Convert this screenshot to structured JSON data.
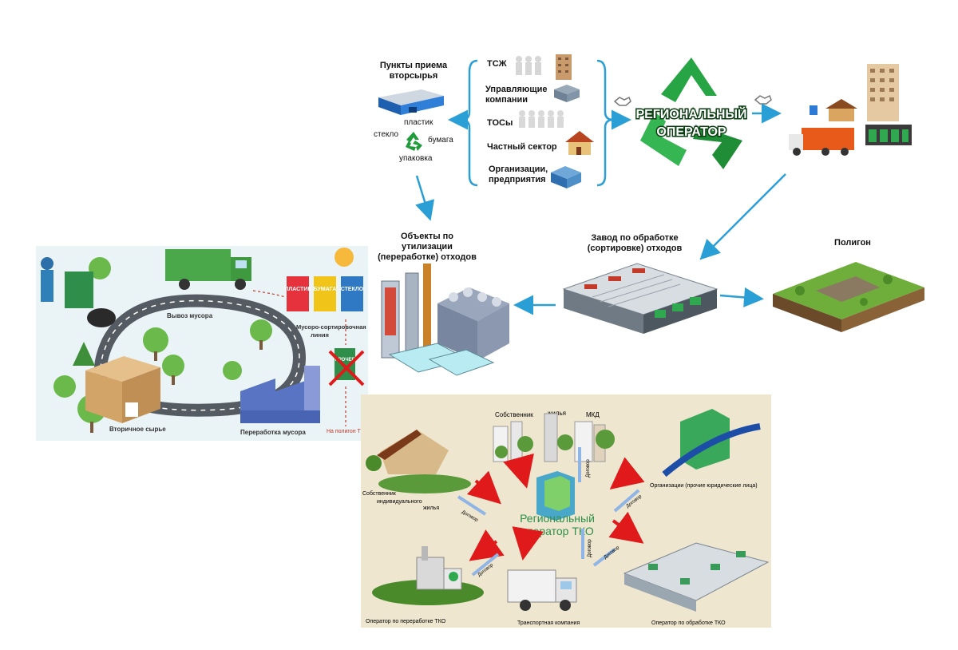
{
  "top": {
    "collection_points": {
      "title_line1": "Пункты приема",
      "title_line2": "вторсырья"
    },
    "materials": {
      "plastic": "пластик",
      "glass": "стекло",
      "paper": "бумага",
      "packaging": "упаковка"
    },
    "sources": [
      "ТСЖ",
      "Управляющие компании",
      "ТОСы",
      "Частный сектор",
      "Организации, предприятия"
    ],
    "regional_operator": {
      "line1": "РЕГИОНАЛЬНЫЙ",
      "line2": "ОПЕРАТОР"
    },
    "recycling_facilities": {
      "line1": "Объекты по утилизации",
      "line2": "(переработке) отходов"
    },
    "sorting_plant": {
      "line1": "Завод по обработке",
      "line2": "(сортировке) отходов"
    },
    "landfill": "Полигон"
  },
  "left_panel": {
    "bins": [
      "ПЛАСТИК",
      "БУМАГА",
      "СТЕКЛО"
    ],
    "waste_removal": "Вывоз мусора",
    "sorting_line_1": "Мусоро-сортировочная",
    "sorting_line_2": "линия",
    "other": "ПРОЧЕЕ",
    "secondary_raw": "Вторичное сырье",
    "processing": "Переработка мусора",
    "to_landfill": "На полигон Т"
  },
  "bottom_panel": {
    "owner": "Собственник",
    "housing": "жилья",
    "mkd": "МКД",
    "organizations": "Организации (прочие юридические лица)",
    "individual_owner_1": "Собственник",
    "individual_owner_2": "индивидуального",
    "individual_owner_3": "жилья",
    "operator_line1": "Региональный",
    "operator_line2": "оператор ТКО",
    "contract": "Договор",
    "processing_operator": "Оператор по переработке ТКО",
    "transport_company": "Транспортная компания",
    "treatment_operator": "Оператор по обработке ТКО"
  },
  "colors": {
    "arrow_blue": "#2a9fd6",
    "green": "#2fa84f",
    "red_arrow": "#e01a1a",
    "bottom_bg": "#efe6cf",
    "left_bg": "#eaf3f6"
  }
}
